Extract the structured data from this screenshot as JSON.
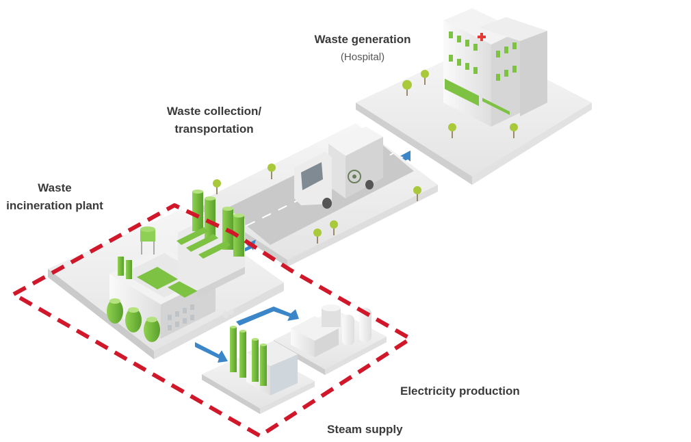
{
  "labels": {
    "waste_generation": {
      "title": "Waste generation",
      "sub": "(Hospital)"
    },
    "collection": {
      "line1": "Waste collection/",
      "line2": "transportation"
    },
    "incineration": {
      "line1": "Waste",
      "line2": "incineration plant"
    },
    "electricity": "Electricity production",
    "steam": "Steam supply"
  },
  "colors": {
    "accent_green": "#7dc242",
    "dashed_boundary": "#d0182a",
    "flow_arrow": "#3a86c8",
    "platform": "#ececec",
    "road": "#c8c8c8",
    "hospital_cross": "#e53935"
  }
}
